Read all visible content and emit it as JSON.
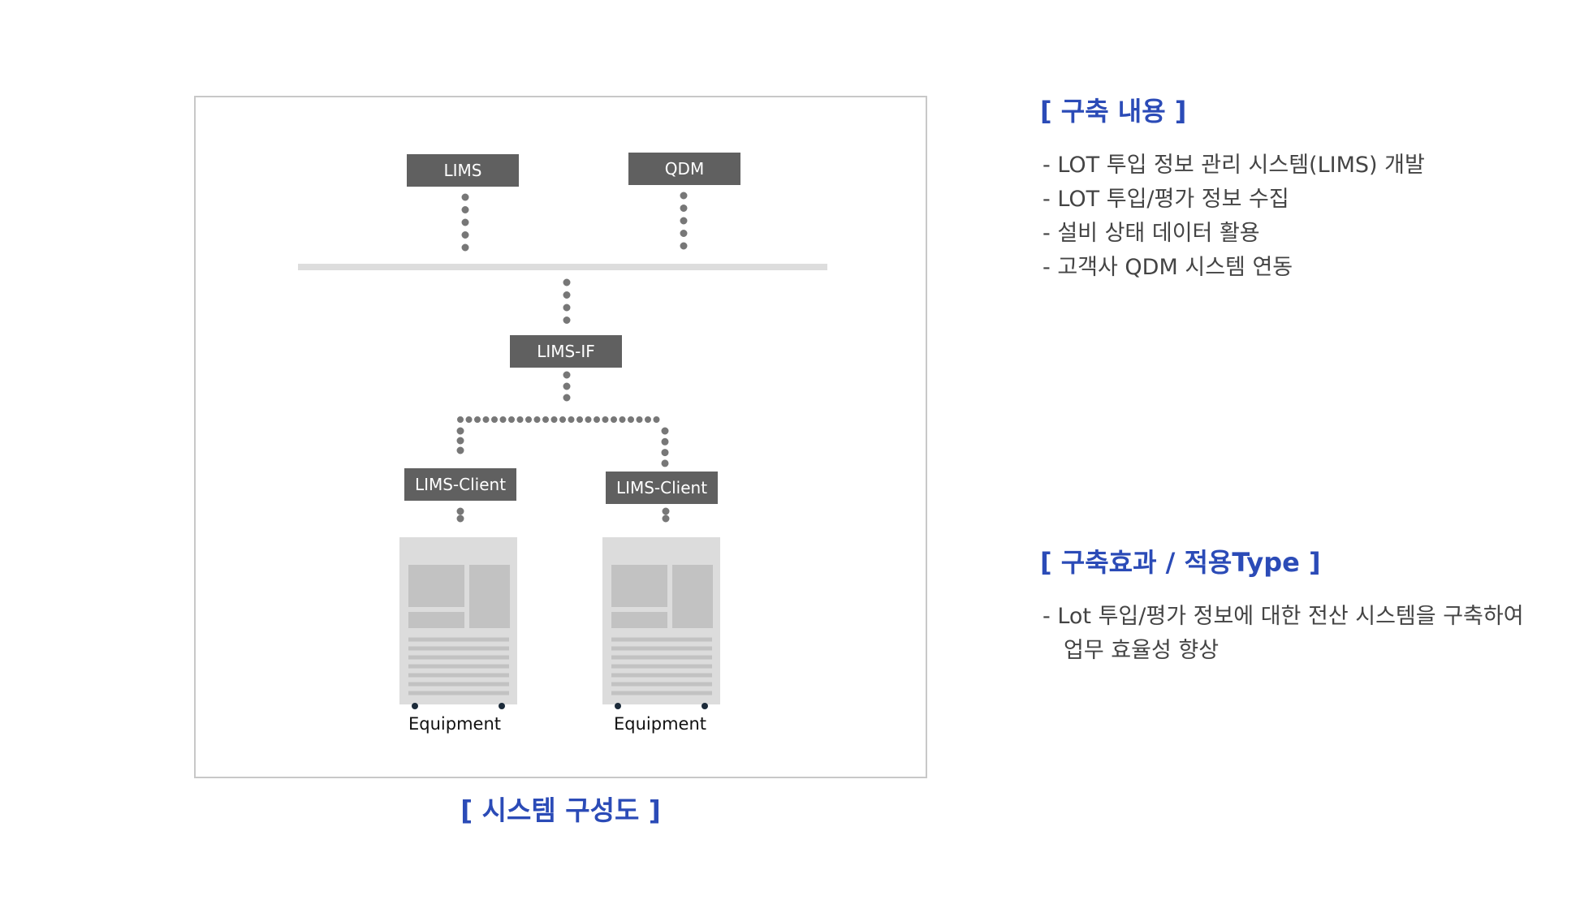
{
  "diagram": {
    "nodes": {
      "lims": "LIMS",
      "qdm": "QDM",
      "lims_if": "LIMS-IF",
      "client_left": "LIMS-Client",
      "client_right": "LIMS-Client"
    },
    "equipment": {
      "left_label": "Equipment",
      "right_label": "Equipment"
    },
    "caption": "[ 시스템 구성도 ]"
  },
  "content": {
    "title": "[ 구축 내용 ]",
    "items": [
      "- LOT 투입 정보 관리 시스템(LIMS) 개발",
      "- LOT 투입/평가 정보 수집",
      "- 설비 상태 데이터 활용",
      "- 고객사 QDM 시스템 연동"
    ]
  },
  "effect": {
    "title": "[ 구축효과 / 적용Type ]",
    "lines": [
      "- Lot 투입/평가 정보에 대한 전산 시스템을 구축하여",
      "업무 효율성 향상"
    ]
  },
  "colors": {
    "accent": "#2b4bb7",
    "node_bg": "#606060",
    "connector": "#777777",
    "bus": "#dddddd",
    "equipment": "#dcdcdc"
  }
}
